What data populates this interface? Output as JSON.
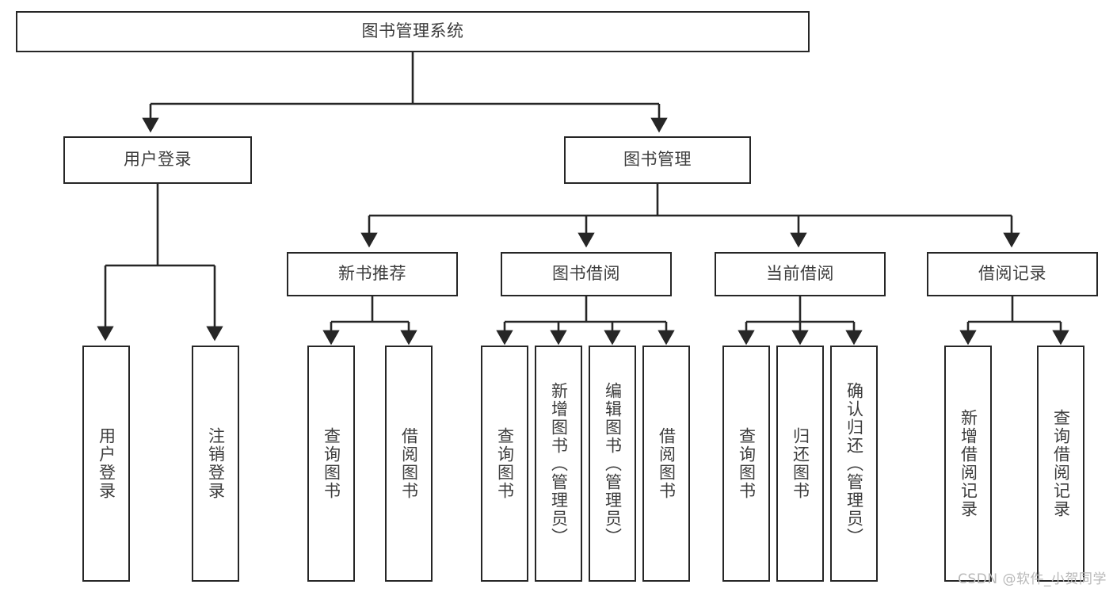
{
  "diagram": {
    "type": "tree",
    "title": "图书管理系统",
    "orientation": "top-down",
    "line_color": "#262626",
    "box_fill": "#ffffff",
    "text_color": "#3d3d3d",
    "root": {
      "label": "图书管理系统"
    },
    "level2": [
      {
        "label": "用户登录"
      },
      {
        "label": "图书管理"
      }
    ],
    "level3": [
      {
        "label": "新书推荐"
      },
      {
        "label": "图书借阅"
      },
      {
        "label": "当前借阅"
      },
      {
        "label": "借阅记录"
      }
    ],
    "leaves": {
      "user_login": [
        {
          "label": "用户登录"
        },
        {
          "label": "注销登录"
        }
      ],
      "new_book_recommend": [
        {
          "label": "查询图书"
        },
        {
          "label": "借阅图书"
        }
      ],
      "book_borrow": [
        {
          "label": "查询图书"
        },
        {
          "label": "新增图书（管理员）"
        },
        {
          "label": "编辑图书（管理员）"
        },
        {
          "label": "借阅图书"
        }
      ],
      "current_borrow": [
        {
          "label": "查询图书"
        },
        {
          "label": "归还图书"
        },
        {
          "label": "确认归还（管理员）"
        }
      ],
      "borrow_record": [
        {
          "label": "新增借阅记录"
        },
        {
          "label": "查询借阅记录"
        }
      ]
    }
  },
  "watermark": {
    "text": "CSDN @软件_小贺同学"
  }
}
